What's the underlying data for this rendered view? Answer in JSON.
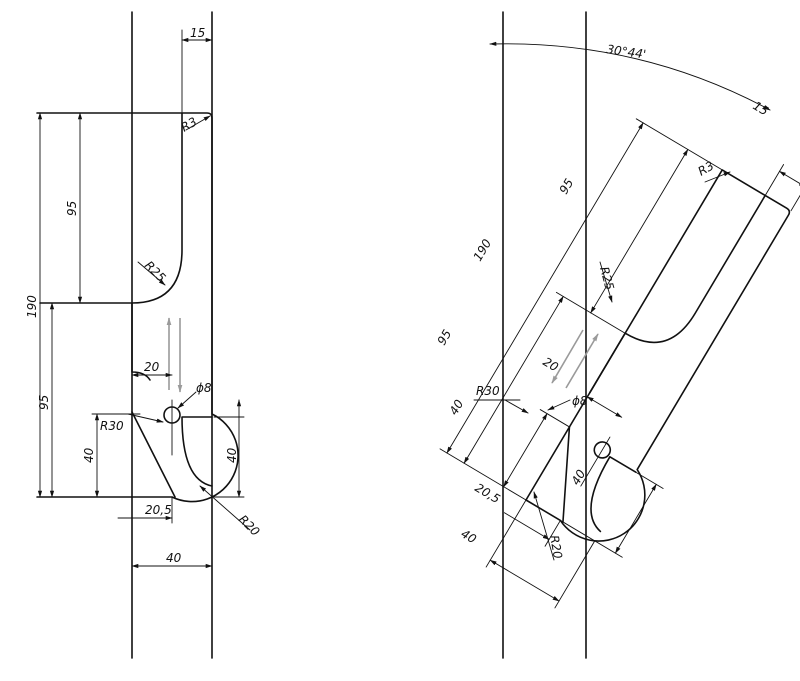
{
  "left_view": {
    "dims": {
      "top_width": "15",
      "corner_radius": "R3",
      "total_height": "190",
      "upper_height": "95",
      "lower_height": "95",
      "step_radius": "R25",
      "step_offset": "20",
      "hole_diameter": "ϕ8",
      "chamfer_radius": "R30",
      "bottom_height_left": "40",
      "bottom_height_right": "40",
      "bottom_offset": "20,5",
      "bottom_radius": "R20",
      "base_width": "40"
    }
  },
  "right_view": {
    "dims": {
      "angle": "30°44'",
      "top_width": "15",
      "corner_radius": "R3",
      "total_height": "190",
      "upper_height": "95",
      "lower_height": "95",
      "step_radius": "R25",
      "step_offset": "20",
      "hole_diameter": "ϕ8",
      "chamfer_radius": "R30",
      "bottom_height_left": "40",
      "bottom_height_right": "40",
      "bottom_offset": "20,5",
      "bottom_radius": "R20",
      "base_width": "40"
    }
  }
}
